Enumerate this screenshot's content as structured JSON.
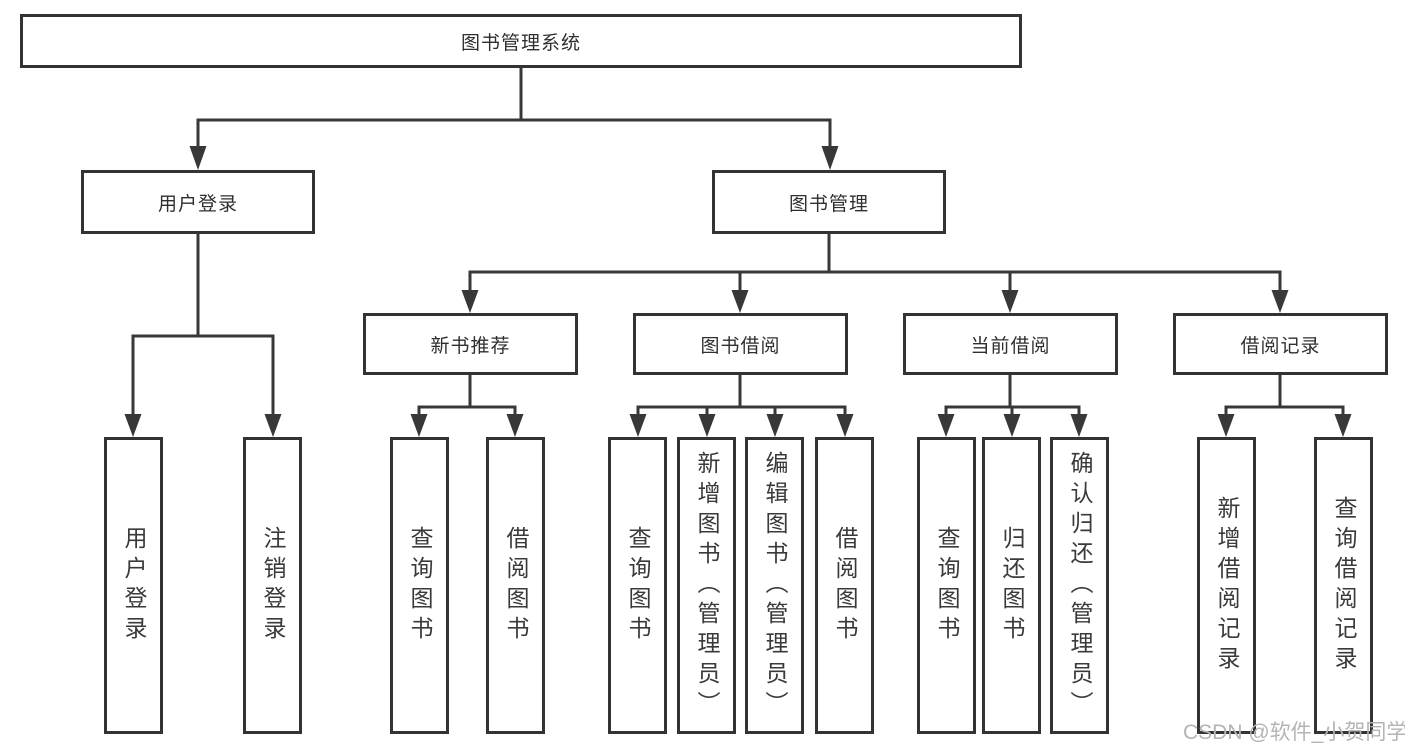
{
  "diagram": {
    "root": {
      "label": "图书管理系统"
    },
    "level2": [
      {
        "id": "user-login",
        "label": "用户登录"
      },
      {
        "id": "book-management",
        "label": "图书管理"
      }
    ],
    "level3": [
      {
        "id": "new-book-recommendation",
        "label": "新书推荐"
      },
      {
        "id": "book-borrowing",
        "label": "图书借阅"
      },
      {
        "id": "current-borrowing",
        "label": "当前借阅"
      },
      {
        "id": "borrowing-records",
        "label": "借阅记录"
      }
    ],
    "leaves": [
      {
        "parent": "user-login",
        "label": "用户登录"
      },
      {
        "parent": "user-login",
        "label": "注销登录"
      },
      {
        "parent": "new-book-recommendation",
        "label": "查询图书"
      },
      {
        "parent": "new-book-recommendation",
        "label": "借阅图书"
      },
      {
        "parent": "book-borrowing",
        "label": "查询图书"
      },
      {
        "parent": "book-borrowing",
        "label": "新增图书（管理员）"
      },
      {
        "parent": "book-borrowing",
        "label": "编辑图书（管理员）"
      },
      {
        "parent": "book-borrowing",
        "label": "借阅图书"
      },
      {
        "parent": "current-borrowing",
        "label": "查询图书"
      },
      {
        "parent": "current-borrowing",
        "label": "归还图书"
      },
      {
        "parent": "current-borrowing",
        "label": "确认归还（管理员）"
      },
      {
        "parent": "borrowing-records",
        "label": "新增借阅记录"
      },
      {
        "parent": "borrowing-records",
        "label": "查询借阅记录"
      }
    ],
    "watermark": "CSDN @软件_小贺同学",
    "colors": {
      "line": "#383838",
      "box_border": "#333333",
      "text": "#2f2f2f",
      "watermark": "#b4b4b4",
      "background": "#ffffff"
    }
  }
}
